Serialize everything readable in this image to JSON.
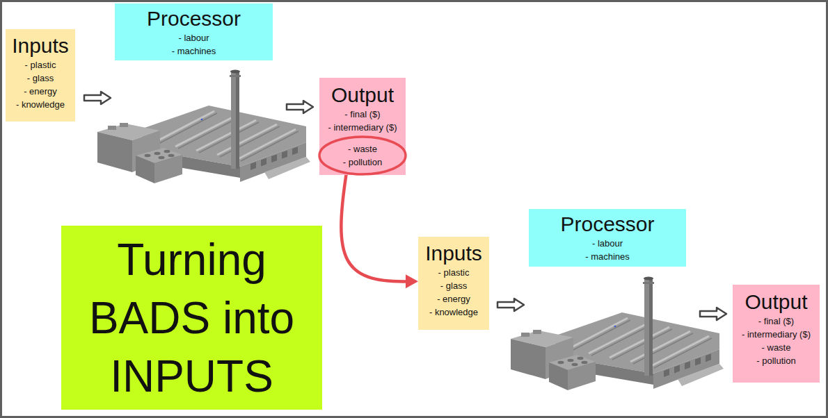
{
  "diagram": {
    "nodes": [
      {
        "text": [
          "Inputs",
          "- plastic",
          "- glass",
          "- energy",
          "- knowledge"
        ]
      },
      {
        "text": [
          "Processor",
          "- labour",
          "- machines"
        ]
      },
      {
        "text": [
          "Output",
          "- final ($)",
          "- intermediary ($)",
          "- waste",
          "- pollution"
        ]
      },
      {
        "text": [
          "Turning BADS into INPUTS"
        ]
      },
      {
        "text": [
          "Inputs",
          "- plastic",
          "- glass",
          "- energy",
          "- knowledge"
        ]
      },
      {
        "text": [
          "Processor",
          "- labour",
          "- machines"
        ]
      },
      {
        "text": [
          "Output",
          "- final ($)",
          "- intermediary ($)",
          "- waste",
          "- pollution"
        ]
      }
    ],
    "edges": [
      {
        "from": 2,
        "to": 4,
        "arrow": "to"
      }
    ]
  }
}
